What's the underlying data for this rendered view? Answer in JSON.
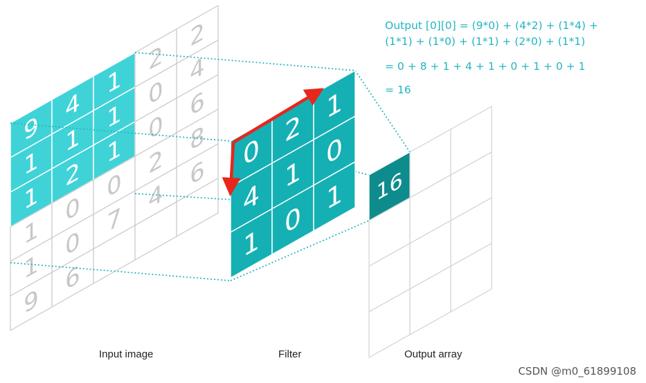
{
  "equation": {
    "line1": "Output [0][0] = (9*0) + (4*2) + (1*4) +",
    "line2": "(1*1) + (1*0) + (1*1) + (2*0) + (1*1)",
    "line3": "= 0 + 8 + 1 + 4 + 1 + 0 + 1 + 0 + 1",
    "line4": "= 16"
  },
  "input_image": {
    "label": "Input image",
    "grid": [
      [
        "9",
        "4",
        "1",
        "2",
        "2"
      ],
      [
        "1",
        "1",
        "1",
        "0",
        "4"
      ],
      [
        "1",
        "2",
        "1",
        "0",
        "6"
      ],
      [
        "1",
        "0",
        "0",
        "2",
        "8"
      ],
      [
        "1",
        "0",
        "7",
        "4",
        "6"
      ],
      [
        "9",
        "6",
        "",
        "",
        ""
      ]
    ]
  },
  "filter": {
    "label": "Filter",
    "grid": [
      [
        "0",
        "2",
        "1"
      ],
      [
        "4",
        "1",
        "0"
      ],
      [
        "1",
        "0",
        "1"
      ]
    ]
  },
  "output_array": {
    "label": "Output array",
    "first_value": "16"
  },
  "credit": "CSDN @m0_61899108",
  "colors": {
    "input_highlight": "#3fd3d8",
    "filter": "#14b0b3",
    "output_cell": "#0e8b8c",
    "grid_line": "#c9c9c9",
    "dotted_line": "#2cb5ba",
    "arrow": "#e8261c",
    "equation_text": "#21b6c0"
  }
}
